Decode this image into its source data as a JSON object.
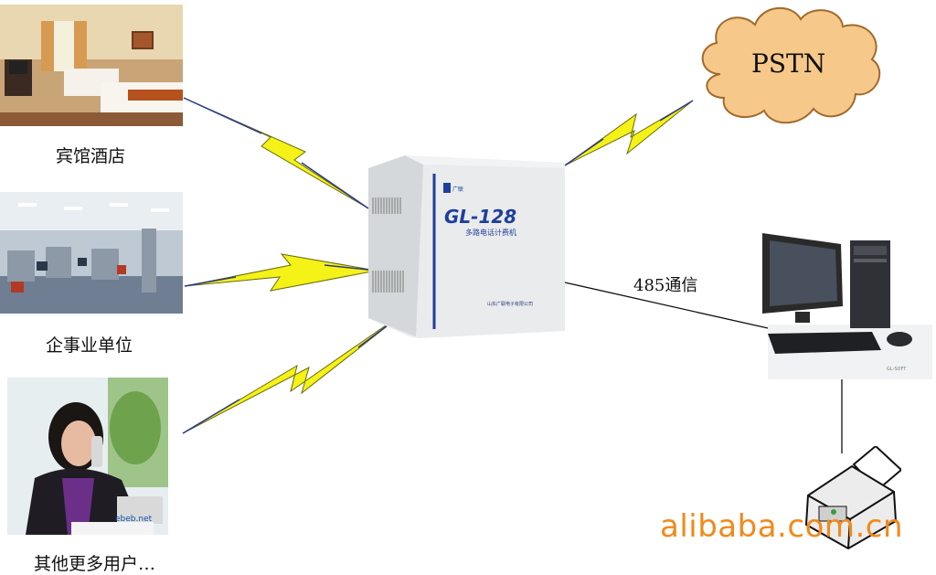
{
  "sources": [
    {
      "label": "宾馆酒店",
      "photo_icon": "hotel-room-photo"
    },
    {
      "label": "企事业单位",
      "photo_icon": "office-photo"
    },
    {
      "label": "其他更多用户…",
      "photo_icon": "phone-user-photo",
      "photo_caption": "ebeb.net"
    }
  ],
  "device": {
    "model": "GL-128",
    "subtitle": "多路电话计费机",
    "brand": "广联",
    "company": "山东广联电子有限公司"
  },
  "network": {
    "label": "PSTN"
  },
  "link": {
    "label": "485通信"
  },
  "watermark": "alibaba.com.cn",
  "colors": {
    "lightning": "#f4f216",
    "lightning_outline": "#7a7a10",
    "cloud": "#f6c88a",
    "cloud_outline": "#a06a2a",
    "watermark": "#f08a1c"
  }
}
